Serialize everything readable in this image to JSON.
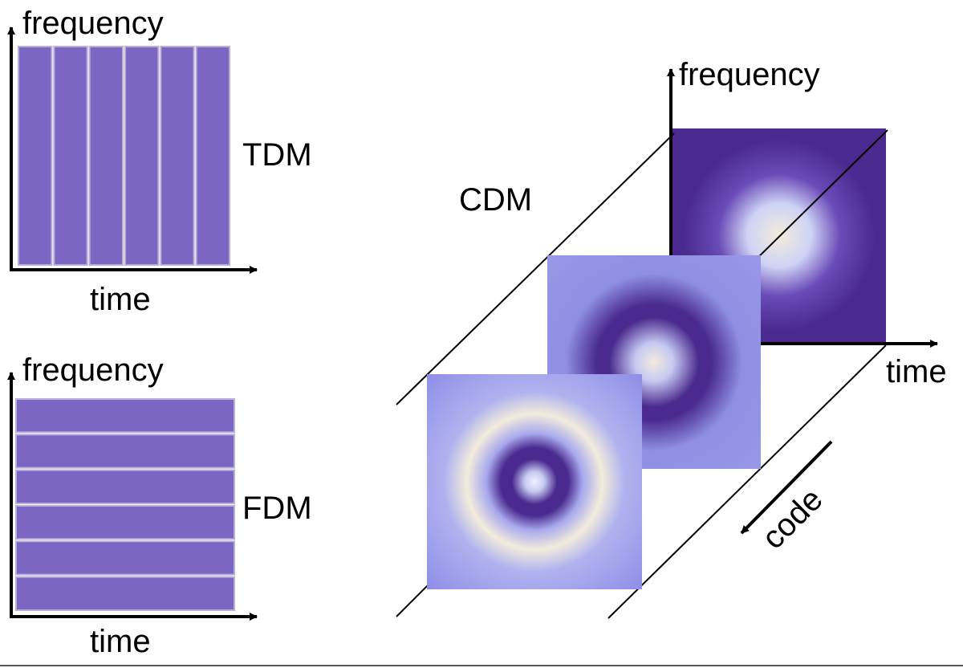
{
  "colors": {
    "band": "#7b66c4",
    "band_edge": "#b8b0d6",
    "deep_purple": "#4a2a8e",
    "periwinkle": "#9a9ae8",
    "cream": "#f2ecdc",
    "axis": "#000000"
  },
  "tdm": {
    "y_label": "frequency",
    "x_label": "time",
    "name": "TDM",
    "band_count": 6
  },
  "fdm": {
    "y_label": "frequency",
    "x_label": "time",
    "name": "FDM",
    "band_count": 6
  },
  "cdm": {
    "name": "CDM",
    "y_label": "frequency",
    "x_label": "time",
    "z_label": "code",
    "planes": [
      "center-glow",
      "ring-around-glow",
      "double-ring"
    ]
  }
}
